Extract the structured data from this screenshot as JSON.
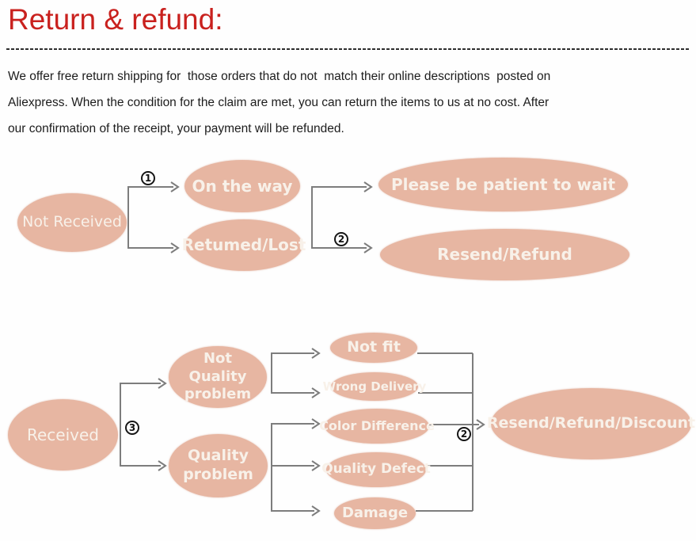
{
  "page": {
    "title": "Return & refund:",
    "paragraph": "We offer free return shipping for  those orders that do not  match their online descriptions  posted on\nAliexpress. When the condition for the claim are met, you can return the items to us at no cost. After\nour confirmation of the receipt, your payment will be refunded."
  },
  "colors": {
    "title": "#c9211e",
    "body_text": "#1c1c1c",
    "ellipse_fill": "#e7b6a2",
    "ellipse_text": "#f8f1e9",
    "connector": "#7d7d7d"
  },
  "diagram1": {
    "name": "not-received-flow",
    "nodes": [
      {
        "id": "not-received",
        "label": "Not Received"
      },
      {
        "id": "on-the-way",
        "label": "On the way"
      },
      {
        "id": "returned-lost",
        "label": "Retumed/Lost"
      },
      {
        "id": "please-be-patient",
        "label": "Please be patient to wait"
      },
      {
        "id": "resend-refund",
        "label": "Resend/Refund"
      }
    ],
    "markers": [
      {
        "id": "step-1",
        "digit": "1",
        "glyph": "①"
      },
      {
        "id": "step-2",
        "digit": "2",
        "glyph": "②"
      }
    ],
    "edges": [
      {
        "from": "not-received",
        "to": "on-the-way",
        "marker": "1"
      },
      {
        "from": "not-received",
        "to": "returned-lost",
        "marker": "1"
      },
      {
        "from": "on-the-way",
        "to": "please-be-patient"
      },
      {
        "from": "returned-lost",
        "to": "resend-refund",
        "marker": "2"
      }
    ]
  },
  "diagram2": {
    "name": "received-flow",
    "nodes": [
      {
        "id": "received",
        "label": "Received"
      },
      {
        "id": "not-quality-problem",
        "label": "Not\nQuality\nproblem"
      },
      {
        "id": "quality-problem",
        "label": "Quality\nproblem"
      },
      {
        "id": "not-fit",
        "label": "Not fit"
      },
      {
        "id": "wrong-delivery",
        "label": "Wrong Delivery"
      },
      {
        "id": "color-difference",
        "label": "Color Difference"
      },
      {
        "id": "quality-defect",
        "label": "Quality Defect"
      },
      {
        "id": "damage",
        "label": "Damage"
      },
      {
        "id": "resend-refund-discount",
        "label": "Resend/Refund/Discount"
      }
    ],
    "markers": [
      {
        "id": "step-3",
        "digit": "3",
        "glyph": "③"
      },
      {
        "id": "step-2",
        "digit": "2",
        "glyph": "②"
      }
    ],
    "edges": [
      {
        "from": "received",
        "to": "not-quality-problem",
        "marker": "3"
      },
      {
        "from": "received",
        "to": "quality-problem",
        "marker": "3"
      },
      {
        "from": "not-quality-problem",
        "to": "not-fit"
      },
      {
        "from": "not-quality-problem",
        "to": "wrong-delivery"
      },
      {
        "from": "quality-problem",
        "to": "color-difference"
      },
      {
        "from": "quality-problem",
        "to": "quality-defect"
      },
      {
        "from": "quality-problem",
        "to": "damage"
      },
      {
        "from": "not-fit",
        "to": "resend-refund-discount",
        "marker": "2"
      },
      {
        "from": "wrong-delivery",
        "to": "resend-refund-discount",
        "marker": "2"
      },
      {
        "from": "color-difference",
        "to": "resend-refund-discount",
        "marker": "2"
      },
      {
        "from": "quality-defect",
        "to": "resend-refund-discount",
        "marker": "2"
      },
      {
        "from": "damage",
        "to": "resend-refund-discount",
        "marker": "2"
      }
    ]
  }
}
